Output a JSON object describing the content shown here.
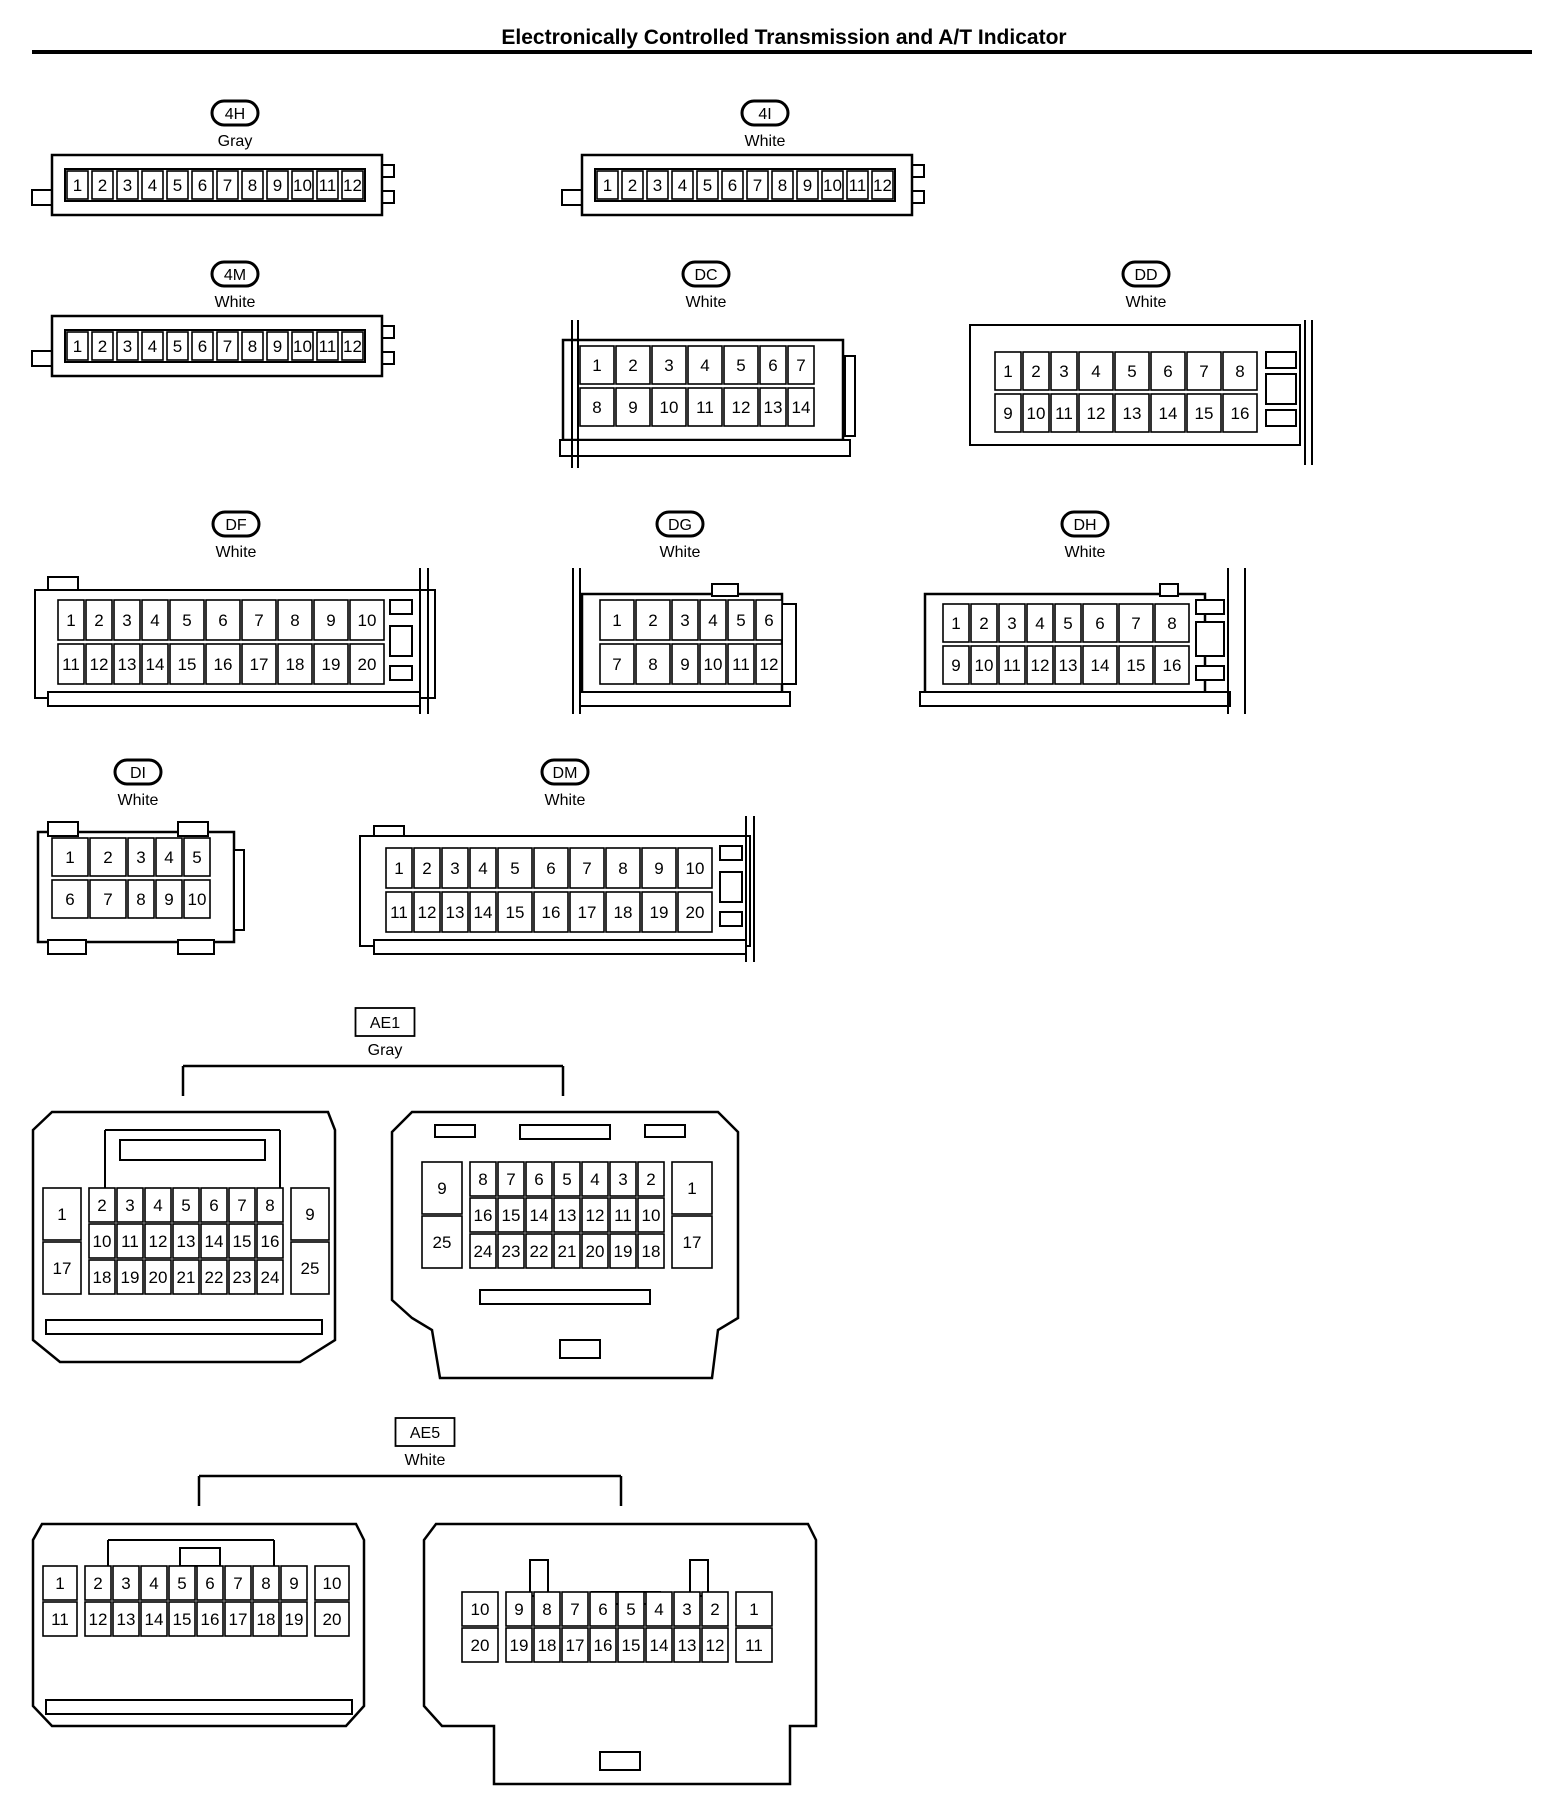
{
  "title": "Electronically Controlled Transmission and A/T Indicator",
  "connectors": [
    {
      "id": "4H",
      "color": "Gray",
      "rows": [
        [
          "1",
          "2",
          "3",
          "4",
          "5",
          "6",
          "7",
          "8",
          "9",
          "10",
          "11",
          "12"
        ]
      ]
    },
    {
      "id": "4I",
      "color": "White",
      "rows": [
        [
          "1",
          "2",
          "3",
          "4",
          "5",
          "6",
          "7",
          "8",
          "9",
          "10",
          "11",
          "12"
        ]
      ]
    },
    {
      "id": "4M",
      "color": "White",
      "rows": [
        [
          "1",
          "2",
          "3",
          "4",
          "5",
          "6",
          "7",
          "8",
          "9",
          "10",
          "11",
          "12"
        ]
      ]
    },
    {
      "id": "DC",
      "color": "White",
      "rows": [
        [
          "1",
          "2",
          "3",
          "4",
          "5",
          "6",
          "7"
        ],
        [
          "8",
          "9",
          "10",
          "11",
          "12",
          "13",
          "14"
        ]
      ]
    },
    {
      "id": "DD",
      "color": "White",
      "rows": [
        [
          "1",
          "2",
          "3",
          "4",
          "5",
          "6",
          "7",
          "8"
        ],
        [
          "9",
          "10",
          "11",
          "12",
          "13",
          "14",
          "15",
          "16"
        ]
      ]
    },
    {
      "id": "DF",
      "color": "White",
      "rows": [
        [
          "1",
          "2",
          "3",
          "4",
          "5",
          "6",
          "7",
          "8",
          "9",
          "10"
        ],
        [
          "11",
          "12",
          "13",
          "14",
          "15",
          "16",
          "17",
          "18",
          "19",
          "20"
        ]
      ]
    },
    {
      "id": "DG",
      "color": "White",
      "rows": [
        [
          "1",
          "2",
          "3",
          "4",
          "5",
          "6"
        ],
        [
          "7",
          "8",
          "9",
          "10",
          "11",
          "12"
        ]
      ]
    },
    {
      "id": "DH",
      "color": "White",
      "rows": [
        [
          "1",
          "2",
          "3",
          "4",
          "5",
          "6",
          "7",
          "8"
        ],
        [
          "9",
          "10",
          "11",
          "12",
          "13",
          "14",
          "15",
          "16"
        ]
      ]
    },
    {
      "id": "DI",
      "color": "White",
      "rows": [
        [
          "1",
          "2",
          "3",
          "4",
          "5"
        ],
        [
          "6",
          "7",
          "8",
          "9",
          "10"
        ]
      ]
    },
    {
      "id": "DM",
      "color": "White",
      "rows": [
        [
          "1",
          "2",
          "3",
          "4",
          "5",
          "6",
          "7",
          "8",
          "9",
          "10"
        ],
        [
          "11",
          "12",
          "13",
          "14",
          "15",
          "16",
          "17",
          "18",
          "19",
          "20"
        ]
      ]
    },
    {
      "id": "AE1",
      "color": "Gray",
      "left": {
        "side_left": [
          "1",
          "17"
        ],
        "rows": [
          [
            "2",
            "3",
            "4",
            "5",
            "6",
            "7",
            "8"
          ],
          [
            "10",
            "11",
            "12",
            "13",
            "14",
            "15",
            "16"
          ],
          [
            "18",
            "19",
            "20",
            "21",
            "22",
            "23",
            "24"
          ]
        ],
        "side_right": [
          "9",
          "25"
        ]
      },
      "right": {
        "side_left": [
          "9",
          "25"
        ],
        "rows": [
          [
            "8",
            "7",
            "6",
            "5",
            "4",
            "3",
            "2"
          ],
          [
            "16",
            "15",
            "14",
            "13",
            "12",
            "11",
            "10"
          ],
          [
            "24",
            "23",
            "22",
            "21",
            "20",
            "19",
            "18"
          ]
        ],
        "side_right": [
          "1",
          "17"
        ]
      }
    },
    {
      "id": "AE5",
      "color": "White",
      "left": {
        "side_left": [
          "1",
          "11"
        ],
        "rows": [
          [
            "2",
            "3",
            "4",
            "5",
            "6",
            "7",
            "8",
            "9"
          ],
          [
            "12",
            "13",
            "14",
            "15",
            "16",
            "17",
            "18",
            "19"
          ]
        ],
        "side_right": [
          "10",
          "20"
        ]
      },
      "right": {
        "side_left": [
          "10",
          "20"
        ],
        "rows": [
          [
            "9",
            "8",
            "7",
            "6",
            "5",
            "4",
            "3",
            "2"
          ],
          [
            "19",
            "18",
            "17",
            "16",
            "15",
            "14",
            "13",
            "12"
          ]
        ],
        "side_right": [
          "1",
          "11"
        ]
      }
    }
  ]
}
